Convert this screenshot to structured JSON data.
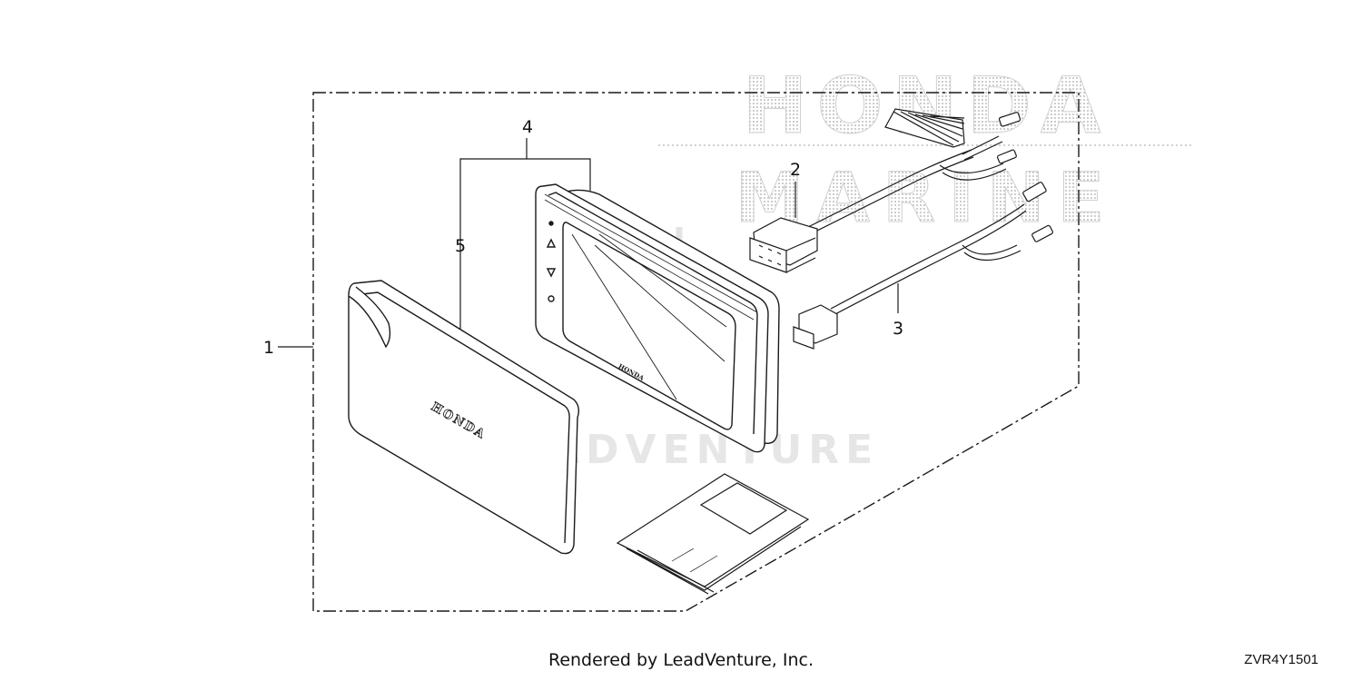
{
  "watermark": {
    "brand_line1": "HONDA",
    "brand_line2": "MARINE",
    "company": "LEADVENTURE"
  },
  "callouts": [
    "1",
    "2",
    "3",
    "4",
    "5"
  ],
  "product_label": "HONDA",
  "footer": {
    "credit": "Rendered by LeadVenture, Inc.",
    "diagram_code": "ZVR4Y1501"
  },
  "colors": {
    "line": "#1a1a1a",
    "watermark": "#d6d6d6",
    "watermark_company": "#e6e6e6"
  }
}
